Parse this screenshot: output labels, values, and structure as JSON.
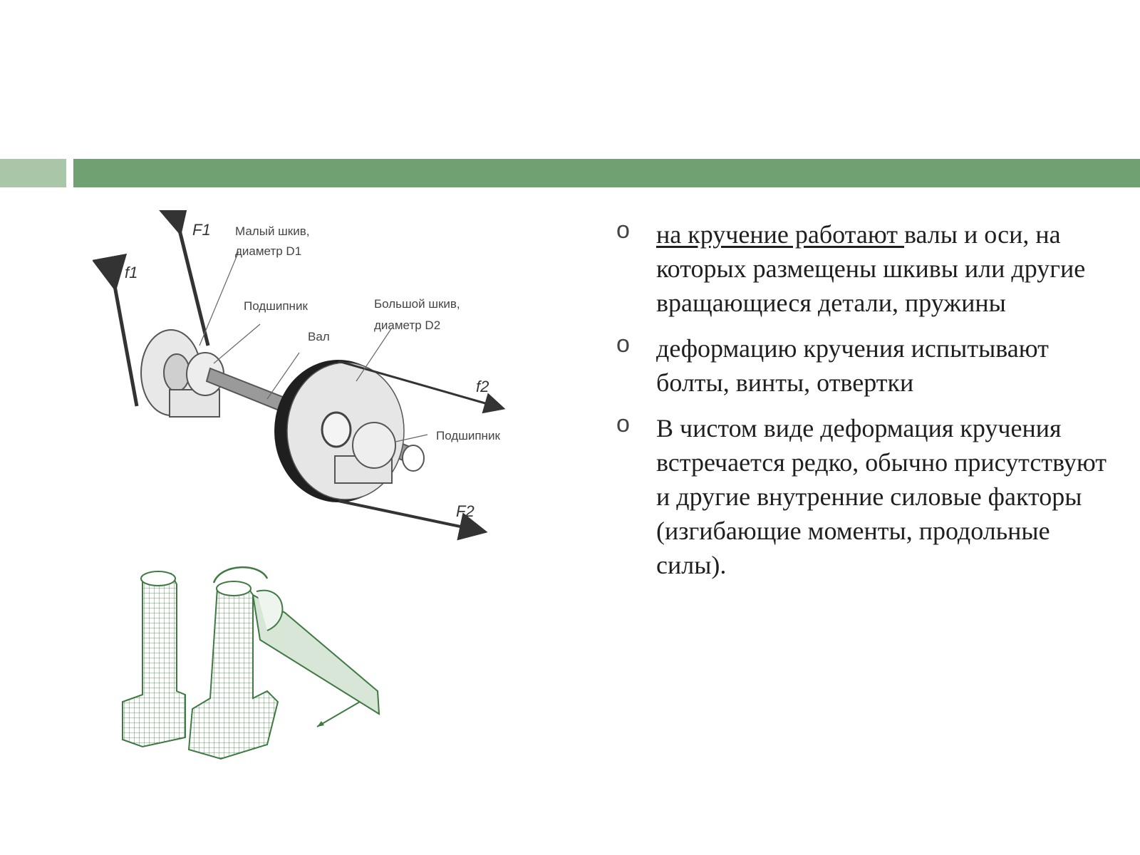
{
  "diagram": {
    "small_pulley": "Малый шкив,",
    "small_diameter": "диаметр D1",
    "bearing_top": "Подшипник",
    "shaft": "Вал",
    "large_pulley": "Большой шкив,",
    "large_diameter": "диаметр D2",
    "bearing_right": "Подшипник",
    "F1": "F1",
    "f1": "f1",
    "f2": "f2",
    "F2": "F2"
  },
  "bullets": [
    {
      "marker": "o",
      "underlined": "на кручение работают ",
      "rest": "валы и оси, на которых размещены шкивы или другие вращающиеся детали, пружины"
    },
    {
      "marker": "o",
      "text": "деформацию кручения испытывают болты, винты, отвертки"
    },
    {
      "marker": "o",
      "text": "В чистом виде деформация кручения встречается редко, обычно присутствуют и другие внутренние силовые факторы (изгибающие моменты, продольные силы)."
    }
  ]
}
